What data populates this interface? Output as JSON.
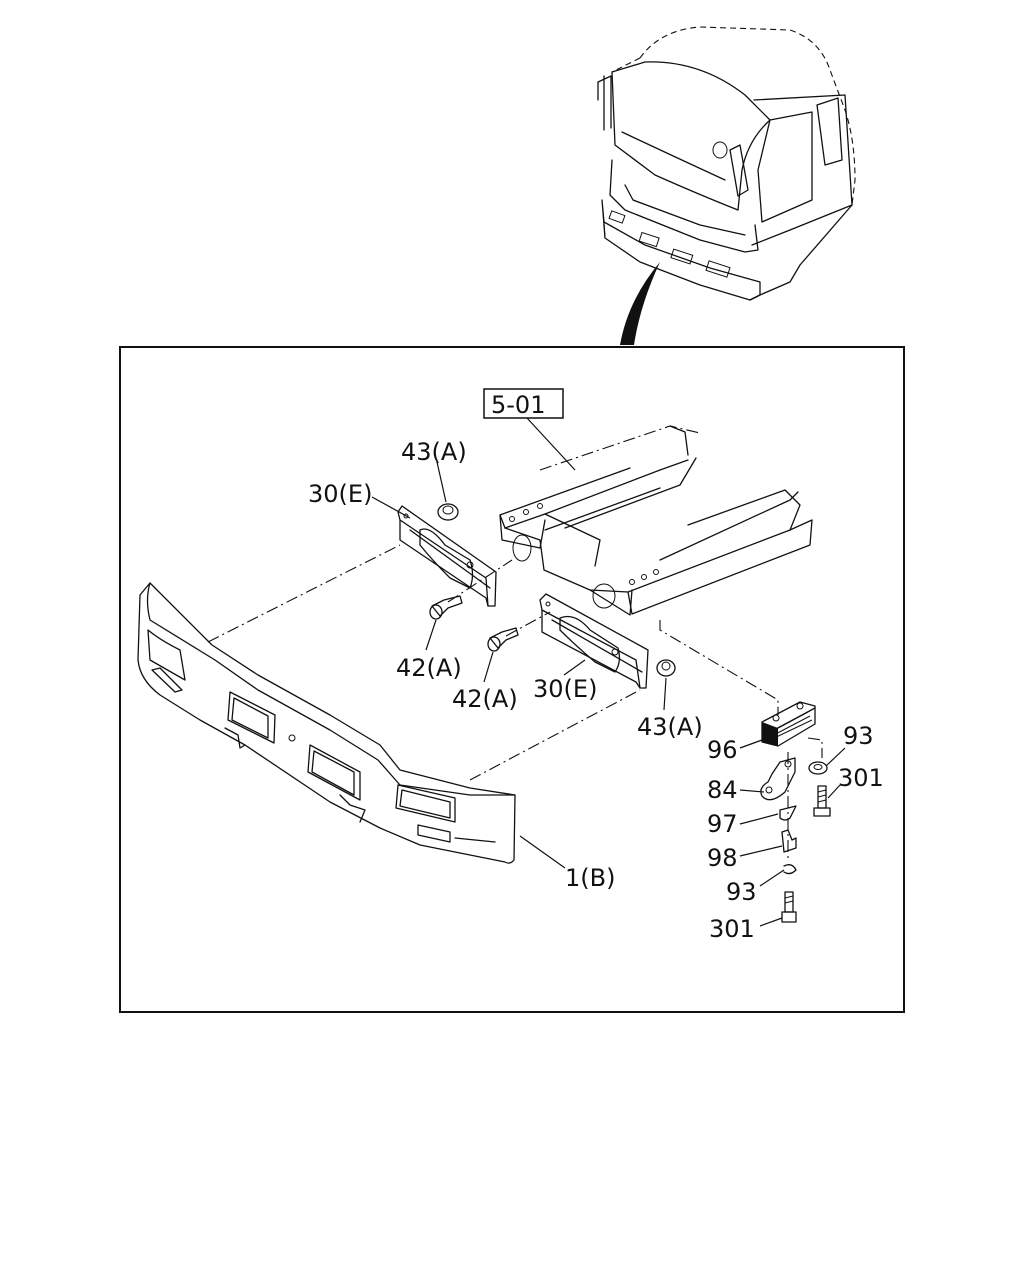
{
  "diagram": {
    "section_ref": "5-01",
    "labels": [
      {
        "id": "bracket-nut-top",
        "text": "43(A)"
      },
      {
        "id": "bracket-left",
        "text": "30(E)"
      },
      {
        "id": "bolt-left",
        "text": "42(A)"
      },
      {
        "id": "bolt-right",
        "text": "42(A)"
      },
      {
        "id": "bracket-right",
        "text": "30(E)"
      },
      {
        "id": "nut-right",
        "text": "43(A)"
      },
      {
        "id": "bumper",
        "text": "1(B)"
      },
      {
        "id": "block",
        "text": "96"
      },
      {
        "id": "washer-top",
        "text": "93"
      },
      {
        "id": "bolt-top",
        "text": "301"
      },
      {
        "id": "hook",
        "text": "84"
      },
      {
        "id": "pin",
        "text": "97"
      },
      {
        "id": "clip",
        "text": "98"
      },
      {
        "id": "washer-bottom",
        "text": "93"
      },
      {
        "id": "bolt-bottom",
        "text": "301"
      }
    ]
  }
}
